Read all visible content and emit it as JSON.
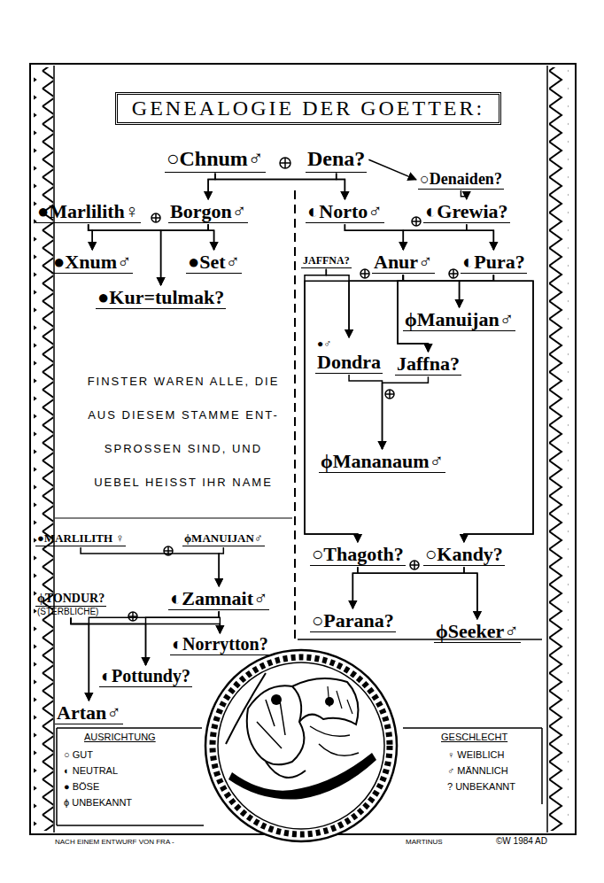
{
  "diagram": {
    "title": "GENEALOGIE DER GOETTER:",
    "nodes": [
      {
        "text": [
          "○Chnum♂"
        ]
      },
      {
        "text": [
          "Dena?"
        ]
      },
      {
        "text": [
          "○Denaiden?"
        ]
      },
      {
        "text": [
          "●Marlilith♀"
        ]
      },
      {
        "text": [
          "Borgon♂"
        ]
      },
      {
        "text": [
          "◐Norto♂"
        ]
      },
      {
        "text": [
          "◐Grewia?"
        ]
      },
      {
        "text": [
          "●Xnum♂"
        ]
      },
      {
        "text": [
          "●Set♂"
        ]
      },
      {
        "text": [
          "●Kur=tulmak?"
        ]
      },
      {
        "text": [
          "JAFFNA?"
        ]
      },
      {
        "text": [
          "Anur♂"
        ]
      },
      {
        "text": [
          "◐Pura?"
        ]
      },
      {
        "text": [
          "ϕManuijan♂"
        ]
      },
      {
        "text": [
          "●♂",
          "Dondra"
        ]
      },
      {
        "text": [
          "Jaffna?"
        ]
      },
      {
        "text": [
          "ϕMananaum♂"
        ]
      },
      {
        "text": [
          "●MARLILITH ♀"
        ]
      },
      {
        "text": [
          "ϕMANUIJAN♂"
        ]
      },
      {
        "text": [
          "ϕTONDUR?",
          "(STERBLICHE)"
        ]
      },
      {
        "text": [
          "◐Zamnait♂"
        ]
      },
      {
        "text": [
          "○Thagoth?"
        ]
      },
      {
        "text": [
          "○Kandy?"
        ]
      },
      {
        "text": [
          "◐Norrytton?"
        ]
      },
      {
        "text": [
          "◐Pottundy?"
        ]
      },
      {
        "text": [
          "○Parana?"
        ]
      },
      {
        "text": [
          "ϕSeeker♂"
        ]
      },
      {
        "text": [
          "Artan♂"
        ]
      }
    ],
    "edges": [
      {
        "from": 0,
        "to": 4,
        "arrow": "to"
      },
      {
        "from": 1,
        "to": 4,
        "arrow": "to"
      },
      {
        "from": 0,
        "to": 5,
        "arrow": "to"
      },
      {
        "from": 1,
        "to": 5,
        "arrow": "to"
      },
      {
        "from": 1,
        "to": 2,
        "arrow": "to"
      },
      {
        "from": 2,
        "to": 6,
        "arrow": "to"
      },
      {
        "from": 3,
        "to": 7,
        "arrow": "to"
      },
      {
        "from": 4,
        "to": 7,
        "arrow": "to"
      },
      {
        "from": 3,
        "to": 8,
        "arrow": "to"
      },
      {
        "from": 4,
        "to": 8,
        "arrow": "to"
      },
      {
        "from": 3,
        "to": 9,
        "arrow": "to"
      },
      {
        "from": 4,
        "to": 9,
        "arrow": "to"
      },
      {
        "from": 5,
        "to": 11,
        "arrow": "to"
      },
      {
        "from": 6,
        "to": 11,
        "arrow": "to"
      },
      {
        "from": 5,
        "to": 12,
        "arrow": "to"
      },
      {
        "from": 6,
        "to": 12,
        "arrow": "to"
      },
      {
        "from": 10,
        "to": 14,
        "arrow": "to"
      },
      {
        "from": 11,
        "to": 14,
        "arrow": "to"
      },
      {
        "from": 11,
        "to": 13,
        "arrow": "to"
      },
      {
        "from": 12,
        "to": 13,
        "arrow": "to"
      },
      {
        "from": 11,
        "to": 15,
        "arrow": "to"
      },
      {
        "from": 12,
        "to": 15,
        "arrow": "to"
      },
      {
        "from": 14,
        "to": 16,
        "arrow": "to"
      },
      {
        "from": 15,
        "to": 16,
        "arrow": "to"
      },
      {
        "from": 10,
        "to": 21,
        "arrow": "to"
      },
      {
        "from": 11,
        "to": 21,
        "arrow": "to"
      },
      {
        "from": 11,
        "to": 22,
        "arrow": "to"
      },
      {
        "from": 12,
        "to": 22,
        "arrow": "to"
      },
      {
        "from": 17,
        "to": 20,
        "arrow": "to"
      },
      {
        "from": 18,
        "to": 20,
        "arrow": "to"
      },
      {
        "from": 19,
        "to": 23,
        "arrow": "to"
      },
      {
        "from": 20,
        "to": 23,
        "arrow": "to"
      },
      {
        "from": 19,
        "to": 24,
        "arrow": "to"
      },
      {
        "from": 20,
        "to": 24,
        "arrow": "to"
      },
      {
        "from": 19,
        "to": 27,
        "arrow": "to"
      },
      {
        "from": 20,
        "to": 27,
        "arrow": "to"
      },
      {
        "from": 21,
        "to": 25,
        "arrow": "to"
      },
      {
        "from": 22,
        "to": 25,
        "arrow": "to"
      },
      {
        "from": 21,
        "to": 26,
        "arrow": "to"
      },
      {
        "from": 22,
        "to": 26,
        "arrow": "to"
      }
    ],
    "labels": [
      "FINSTER WAREN ALLE, DIE AUS DIESEM STAMME ENT- SPROSSEN SIND, UND UEBEL HEISST IHR NAME",
      "AUSRICHTUNG",
      "GESCHLECHT",
      "NACH EINEM ENTWURF VON FRA -",
      "MARTINUS",
      "©W 1984 AD"
    ],
    "legend": [
      {
        "text": "○ GUT"
      },
      {
        "text": "◐ NEUTRAL"
      },
      {
        "text": "● BÖSE"
      },
      {
        "text": "ϕ UNBEKANNT"
      },
      {
        "text": "♀ WEIBLICH"
      },
      {
        "text": "♂ MÄNNLICH"
      },
      {
        "text": "? UNBEKANNT"
      }
    ]
  }
}
